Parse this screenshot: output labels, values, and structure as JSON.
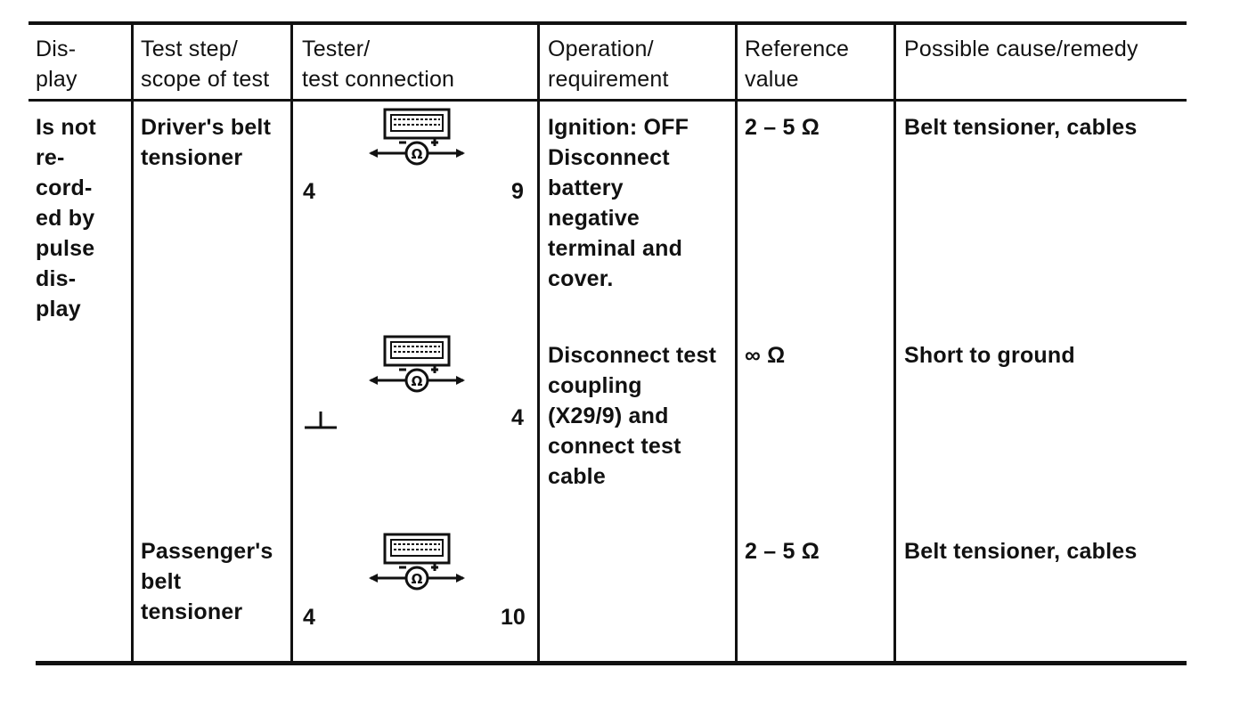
{
  "headers": {
    "display": "Dis-\nplay",
    "test_step": "Test step/\nscope of test",
    "tester": "Tester/\ntest connection",
    "operation": "Operation/\nrequirement",
    "reference": "Reference\nvalue",
    "cause": "Possible cause/remedy"
  },
  "display_text": "Is not\nre-\ncord-\ned by\npulse\ndis-\nplay",
  "rows": [
    {
      "test_step": "Driver's belt\ntensioner",
      "pin_left": "4",
      "pin_right": "9",
      "operation": "Ignition: OFF\nDisconnect\nbattery\nnegative\nterminal and\ncover.",
      "reference": "2 – 5 Ω",
      "cause": "Belt tensioner, cables"
    },
    {
      "test_step": "",
      "pin_left": "",
      "pin_right": "4",
      "operation": "Disconnect test\ncoupling\n(X29/9) and\nconnect test\ncable",
      "reference": "∞ Ω",
      "cause": "Short to ground"
    },
    {
      "test_step": "Passenger's\nbelt\ntensioner",
      "pin_left": "4",
      "pin_right": "10",
      "operation": "",
      "reference": "2 – 5 Ω",
      "cause": "Belt tensioner, cables"
    }
  ],
  "icons": {
    "tester": "ohmmeter-tester-icon",
    "ground": "ground-symbol-icon"
  },
  "colors": {
    "ink": "#111111",
    "paper": "#ffffff"
  }
}
